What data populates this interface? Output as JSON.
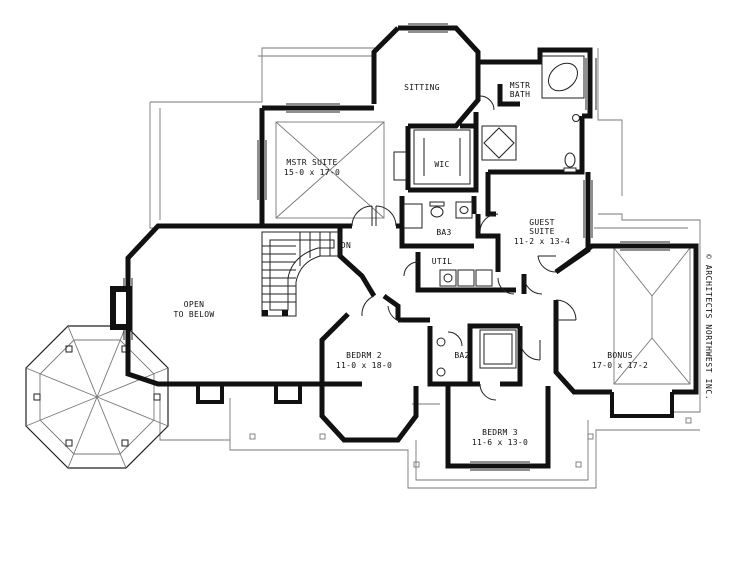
{
  "rooms": {
    "sitting": {
      "name": "SITTING"
    },
    "mstr_bath": {
      "name_line1": "MSTR",
      "name_line2": "BATH"
    },
    "mstr_suite": {
      "name": "MSTR SUITE",
      "dims": "15-0 x 17-0"
    },
    "wic": {
      "name": "WIC"
    },
    "guest_suite": {
      "name_line1": "GUEST",
      "name_line2": "SUITE",
      "dims": "11-2 x 13-4"
    },
    "ba3": {
      "name": "BA3"
    },
    "util": {
      "name": "UTIL"
    },
    "open_below": {
      "name_line1": "OPEN",
      "name_line2": "TO BELOW"
    },
    "bedrm2": {
      "name": "BEDRM 2",
      "dims": "11-0 x 18-0"
    },
    "ba2": {
      "name": "BA2"
    },
    "bedrm3": {
      "name": "BEDRM 3",
      "dims": "11-6 x 13-0"
    },
    "bonus": {
      "name": "BONUS",
      "dims": "17-0 x 17-2"
    }
  },
  "stairs": {
    "label": "DN"
  },
  "copyright": "© ARCHITECTS NORTHWEST INC."
}
